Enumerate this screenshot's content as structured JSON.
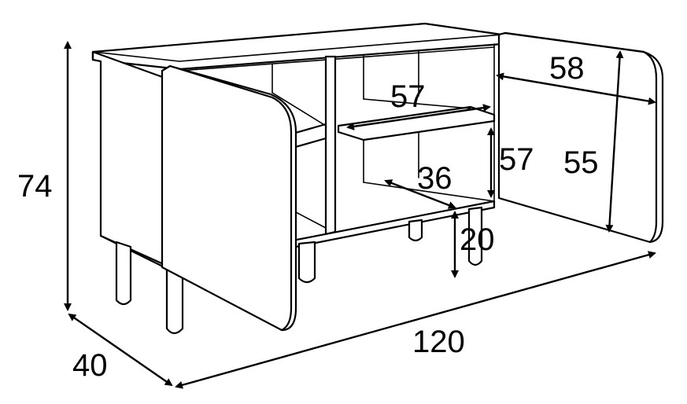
{
  "dimensions": {
    "height": "74",
    "depth": "40",
    "width": "120",
    "shelf_width": "57",
    "shelf_spacing": "57",
    "shelf_depth": "36",
    "leg_height": "20",
    "door_width": "58",
    "door_height": "55"
  }
}
